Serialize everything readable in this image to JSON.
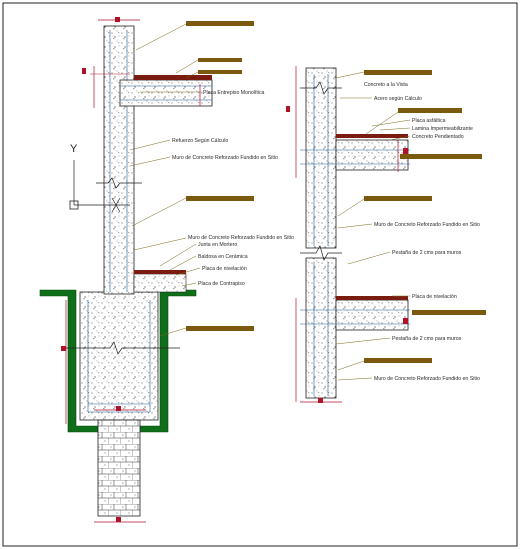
{
  "left_section": {
    "labels": {
      "losa": "Placa Entrepiso Monolítica",
      "refuerzo": "Refuerzo Según Cálculo",
      "muro1": "Muro de Concreto Reforzado Fundido en Sitio",
      "muro2": "Muro de Concreto Reforzado Fundido en Sitio",
      "junta": "Junta en Mortero",
      "baldosa": "Baldosa en Cerámica",
      "placa_niv": "Placa de nivelación",
      "placa_contra": "Placa de Contrapiso"
    },
    "axis_label": "Y"
  },
  "right_section": {
    "labels": {
      "concreto_vista": "Concreto a la Vista",
      "acero": "Acero según Cálculo",
      "placa_asfaltica": "Placa asfáltica",
      "lamina": "Lamina Impermeabilizante",
      "concreto_pend": "Concreto Pendientado",
      "muro1": "Muro de Concreto Reforzado Fundido en Sitio",
      "pestana1": "Pestaña de 2 cms para muros",
      "placa_niv": "Placa de nivelación",
      "pestana2": "Pestaña de 2 cms para muros",
      "muro2": "Muro de Concreto Reforzado Fundido en Sitio"
    }
  },
  "colors": {
    "line": "#1f5a9e",
    "leader": "#7a6a1a",
    "tag": "#7b5a10",
    "dim": "#b0122a",
    "ground": "#0f6e1a",
    "tile": "#7a1c10"
  }
}
